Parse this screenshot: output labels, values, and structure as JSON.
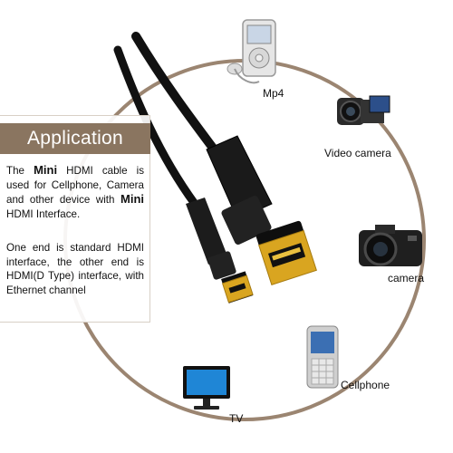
{
  "application_panel": {
    "title": "Application",
    "para1": {
      "part1": "The ",
      "bold1": "Mini",
      "part2": " HDMI cable is used for Cellphone, Camera and other device with ",
      "bold2": "Mini",
      "part3": " HDMI Interface."
    },
    "para2": "One end is standard HDMI interface, the other end is HDMI(D Type) interface, with Ethernet channel"
  },
  "devices": {
    "mp4": {
      "label": "Mp4",
      "icon": "mp4-player-icon"
    },
    "video_camera": {
      "label": "Video camera",
      "icon": "video-camera-icon"
    },
    "camera": {
      "label": "camera",
      "icon": "camera-icon"
    },
    "cellphone": {
      "label": "Cellphone",
      "icon": "cellphone-icon"
    },
    "tv": {
      "label": "TV",
      "icon": "tv-icon"
    }
  },
  "colors": {
    "ring": "#9b8571",
    "banner": "#8a7560",
    "cable": "#111111",
    "connector_gold": "#d9a520"
  }
}
